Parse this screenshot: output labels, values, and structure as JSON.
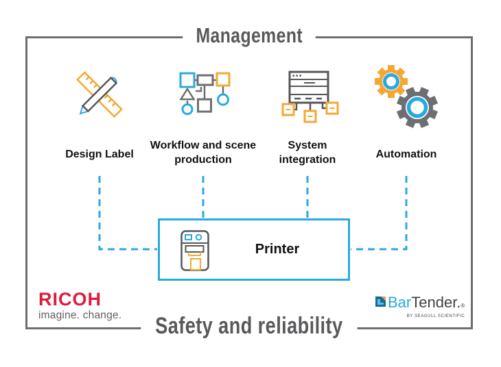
{
  "header": {
    "top_title": "Management",
    "bottom_title": "Safety and reliability"
  },
  "columns": [
    {
      "icon": "pencil-ruler-icon",
      "label_lines": [
        "Design Label"
      ]
    },
    {
      "icon": "flowchart-icon",
      "label_lines": [
        "Workflow and scene",
        "production"
      ]
    },
    {
      "icon": "server-integration-icon",
      "label_lines": [
        "System",
        "integration"
      ]
    },
    {
      "icon": "gears-icon",
      "label_lines": [
        "Automation"
      ]
    }
  ],
  "printer": {
    "label": "Printer"
  },
  "logos": {
    "ricoh": {
      "wordmark": "RICOH",
      "tagline": "imagine. change."
    },
    "bartender": {
      "word_blue": "Bar",
      "word_dark": "Tender.",
      "registered_mark": "®",
      "subtitle": "BY SEAGULL SCIENTIFIC"
    }
  },
  "colors": {
    "accent_blue": "#29a9e0",
    "accent_orange": "#f5a733",
    "frame_gray": "#6d6e71",
    "heading_gray": "#58595b",
    "icon_dark_gray": "#55565a",
    "ricoh_red": "#de1b3d",
    "bartender_blue": "#2ba7e0",
    "bartender_dark": "#414042"
  }
}
